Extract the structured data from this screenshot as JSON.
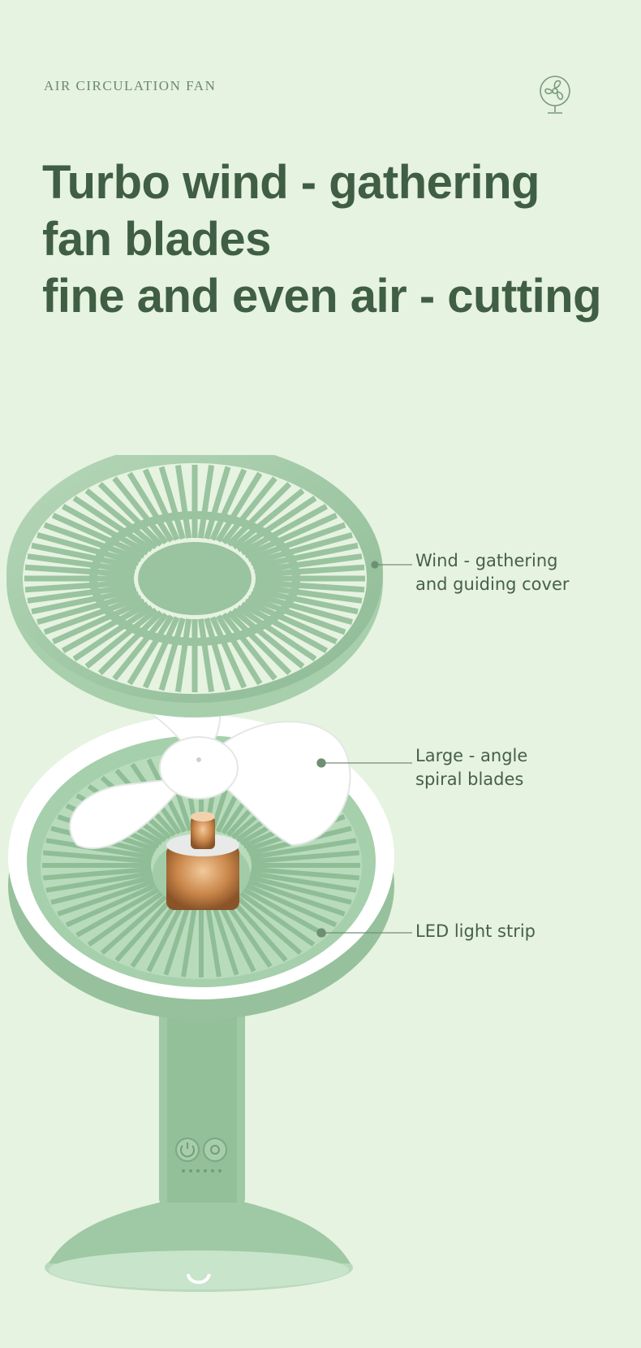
{
  "header": {
    "eyebrow": "AIR CIRCULATION FAN",
    "icon": "desk-fan-icon"
  },
  "headline": {
    "line1": "Turbo wind - gathering",
    "line2": "fan blades",
    "line3": "fine and even air - cutting"
  },
  "callouts": {
    "cover": {
      "line1": "Wind - gathering",
      "line2": "and guiding cover"
    },
    "blades": {
      "line1": "Large - angle",
      "line2": "spiral blades"
    },
    "led": {
      "line1": "LED light strip"
    }
  },
  "colors": {
    "background": "#e6f3e1",
    "headline": "#3f5e44",
    "fan_body": "#9cc5a1",
    "fan_white": "#ffffff",
    "motor_copper": "#c98a4e"
  }
}
